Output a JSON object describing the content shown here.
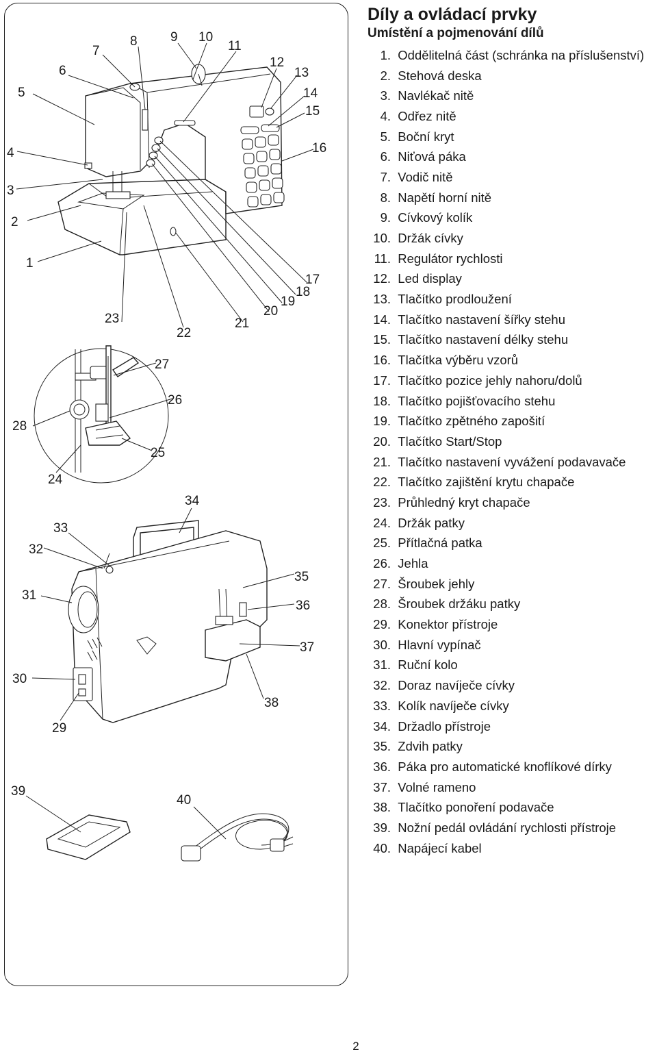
{
  "page": {
    "title": "Díly a ovládací prvky",
    "subtitle": "Umístění a pojmenování dílů",
    "page_number": "2"
  },
  "parts": [
    {
      "num": "1.",
      "label": "Oddělitelná část (schránka na příslušenství)"
    },
    {
      "num": "2.",
      "label": "Stehová deska"
    },
    {
      "num": "3.",
      "label": "Navlékač nitě"
    },
    {
      "num": "4.",
      "label": "Odřez nitě"
    },
    {
      "num": "5.",
      "label": "Boční kryt"
    },
    {
      "num": "6.",
      "label": "Niťová páka"
    },
    {
      "num": "7.",
      "label": "Vodič nitě"
    },
    {
      "num": "8.",
      "label": "Napětí horní nitě"
    },
    {
      "num": "9.",
      "label": "Cívkový kolík"
    },
    {
      "num": "10.",
      "label": "Držák cívky"
    },
    {
      "num": "11.",
      "label": "Regulátor rychlosti"
    },
    {
      "num": "12.",
      "label": "Led display"
    },
    {
      "num": "13.",
      "label": "Tlačítko prodloužení"
    },
    {
      "num": "14.",
      "label": "Tlačítko nastavení šířky stehu"
    },
    {
      "num": "15.",
      "label": "Tlačítko nastavení délky stehu"
    },
    {
      "num": "16.",
      "label": "Tlačítka výběru vzorů"
    },
    {
      "num": "17.",
      "label": "Tlačítko pozice jehly nahoru/dolů"
    },
    {
      "num": "18.",
      "label": "Tlačítko pojišťovacího stehu"
    },
    {
      "num": "19.",
      "label": "Tlačítko zpětného zapošití"
    },
    {
      "num": "20.",
      "label": "Tlačítko Start/Stop"
    },
    {
      "num": "21.",
      "label": "Tlačítko nastavení vyvážení podavavače"
    },
    {
      "num": "22.",
      "label": "Tlačítko zajištění krytu chapače"
    },
    {
      "num": "23.",
      "label": "Průhledný kryt chapače"
    },
    {
      "num": "24.",
      "label": "Držák patky"
    },
    {
      "num": "25.",
      "label": "Přítlačná patka"
    },
    {
      "num": "26.",
      "label": "Jehla"
    },
    {
      "num": "27.",
      "label": "Šroubek jehly"
    },
    {
      "num": "28.",
      "label": "Šroubek držáku patky"
    },
    {
      "num": "29.",
      "label": "Konektor přístroje"
    },
    {
      "num": "30.",
      "label": "Hlavní vypínač"
    },
    {
      "num": "31.",
      "label": "Ruční kolo"
    },
    {
      "num": "32.",
      "label": "Doraz navíječe cívky"
    },
    {
      "num": "33.",
      "label": "Kolík navíječe cívky"
    },
    {
      "num": "34.",
      "label": "Držadlo přístroje"
    },
    {
      "num": "35.",
      "label": "Zdvih patky"
    },
    {
      "num": "36.",
      "label": "Páka pro automatické knoflíkové dírky"
    },
    {
      "num": "37.",
      "label": "Volné rameno"
    },
    {
      "num": "38.",
      "label": "Tlačítko ponoření podavače"
    },
    {
      "num": "39.",
      "label": "Nožní pedál ovládání rychlosti přístroje"
    },
    {
      "num": "40.",
      "label": "Napájecí kabel"
    }
  ],
  "callouts": [
    "1",
    "2",
    "3",
    "4",
    "5",
    "6",
    "7",
    "8",
    "9",
    "10",
    "11",
    "12",
    "13",
    "14",
    "15",
    "16",
    "17",
    "18",
    "19",
    "20",
    "21",
    "22",
    "23",
    "24",
    "25",
    "26",
    "27",
    "28",
    "29",
    "30",
    "31",
    "32",
    "33",
    "34",
    "35",
    "36",
    "37",
    "38",
    "39",
    "40"
  ]
}
